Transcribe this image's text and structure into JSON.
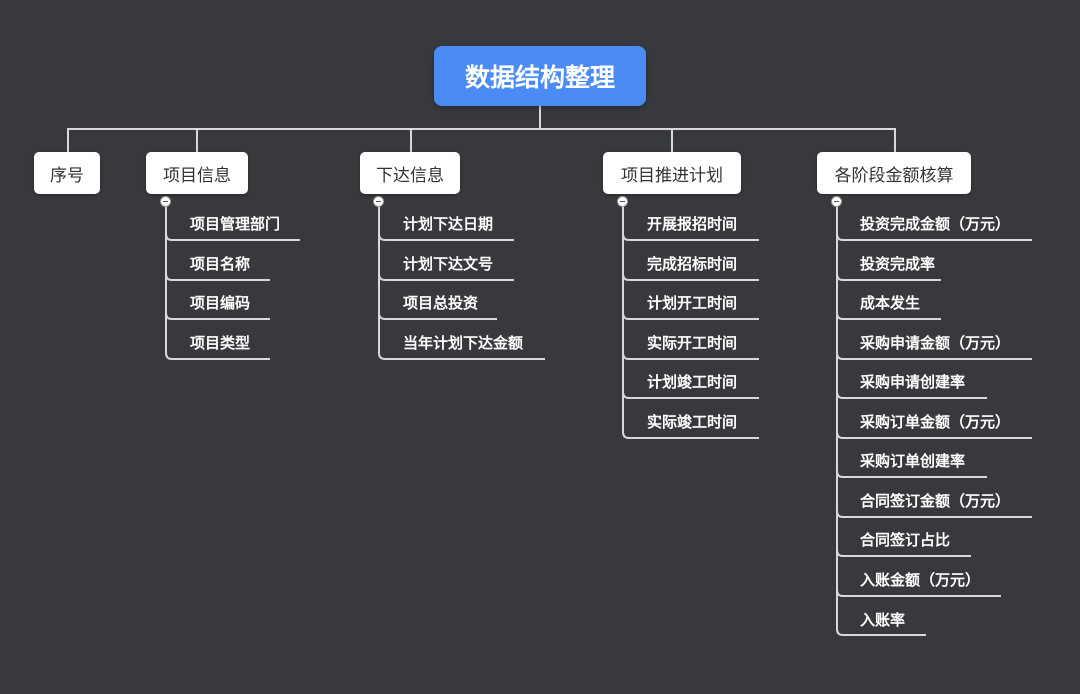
{
  "root": {
    "label": "数据结构整理"
  },
  "branches": [
    {
      "label": "序号",
      "children": []
    },
    {
      "label": "项目信息",
      "children": [
        "项目管理部门",
        "项目名称",
        "项目编码",
        "项目类型"
      ]
    },
    {
      "label": "下达信息",
      "children": [
        "计划下达日期",
        "计划下达文号",
        "项目总投资",
        "当年计划下达金额"
      ]
    },
    {
      "label": "项目推进计划",
      "children": [
        "开展报招时间",
        "完成招标时间",
        "计划开工时间",
        "实际开工时间",
        "计划竣工时间",
        "实际竣工时间"
      ]
    },
    {
      "label": "各阶段金额核算",
      "children": [
        "投资完成金额（万元）",
        "投资完成率",
        "成本发生",
        "采购申请金额（万元）",
        "采购申请创建率",
        "采购订单金额（万元）",
        "采购订单创建率",
        "合同签订金额（万元）",
        "合同签订占比",
        "入账金额（万元）",
        "入账率"
      ]
    }
  ],
  "colors": {
    "background": "#38393d",
    "root": "#4a8cf4",
    "branch_box": "#ffffff",
    "connector": "#d9d9d9"
  }
}
